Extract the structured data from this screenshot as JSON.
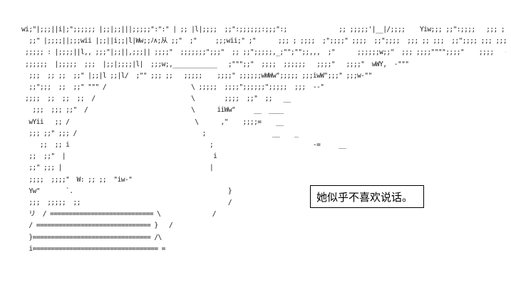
{
  "art_lines": [
    "wi;\"|;;;||i|;\";;;;;; |;;|;;|||;;;;;\":\":\" | ;; |l|;;;;  ;;\":;;;;;;:;;;\":;              ;; ;;;;;'|__|/;;;;    Yiw;;; ;;\":;;;;   ;;; ;;     _,,w\"",
    "  ;;\" |;;;;||;;;wii |;;||i;;|l|Ww;;ﾉ∧;从 ;;\"  ;\"     ;;;wii;\" ;\"      ;;; ; ;;;;  ;\";;;;\" ;;;;  ;;\";;;;  ;;; ;; ;;;  ;;\";;;; ;;; ;;;\" ~ ~ ~ ~",
    " ;;;;; : |;;;;||l,, ;;;\"|;;||,;;;|| ;;;;\"  ;;;;;;;\";;;\"  ;; ;;\";;;;;,_;\"\";\"\";;,,,  ;\"      ;;;;;;w;;\"  ;;; ;;;;\"\"\"\";;;;\"    ;;;;   --\" -",
    " ;;;;;;  |;;;;;  ;;;  |;;|;;;;|l|  ;;;w;,____________   ;\"\"\";;\"  ;;;;  ;;;;;;   ;;;;\"   ;;;;\"  wWY,  -\"\"\"",
    "  ;;;  ;; ;;  ;;\" |;;|l ;;|l/  ;\"\" ;;; ;;   ;;;;;    ;;;;\" ;;;;;;wWWw\";;;;; ;;;iwW\";;;\" ;;;w-\"\"",
    "  ;;\";;;  ;;  ;;\" \"\"\" /                       \\ ;;;;;  ;;;;\";;;;;;\";;;;;  ;;;  --\"",
    " ;;;;  ;;  ;;  ;;  /                          \\        ;;;;  ;;\"  ;;   __",
    "   ;;;  ;;; ;;\"  /                            \\      iiWw\"     __  ____",
    "  wYii   ;; /                                  \\      ,\"    ;;;;=    __",
    "  ;;; ;;\" ;;; /                                  ;                  __    _",
    "     ;;  ;; i                                      ;                           -=     __",
    "  ;;  ;;\"  |                                        i",
    "  ;;\" ;;; |                                        |",
    "  ;;;;  ;;;;\"  W: ;; ;;  \"iw-\"",
    "  Yw\"       `.                                          }",
    "  ;;;  ;;;;;  ;;                                        /",
    "  リ  / ============================ \\              /",
    "  / =============================== }   /",
    "  }================================ /\\",
    "  i================================== ="
  ],
  "caption": {
    "text": "她似乎不喜欢说话。"
  }
}
